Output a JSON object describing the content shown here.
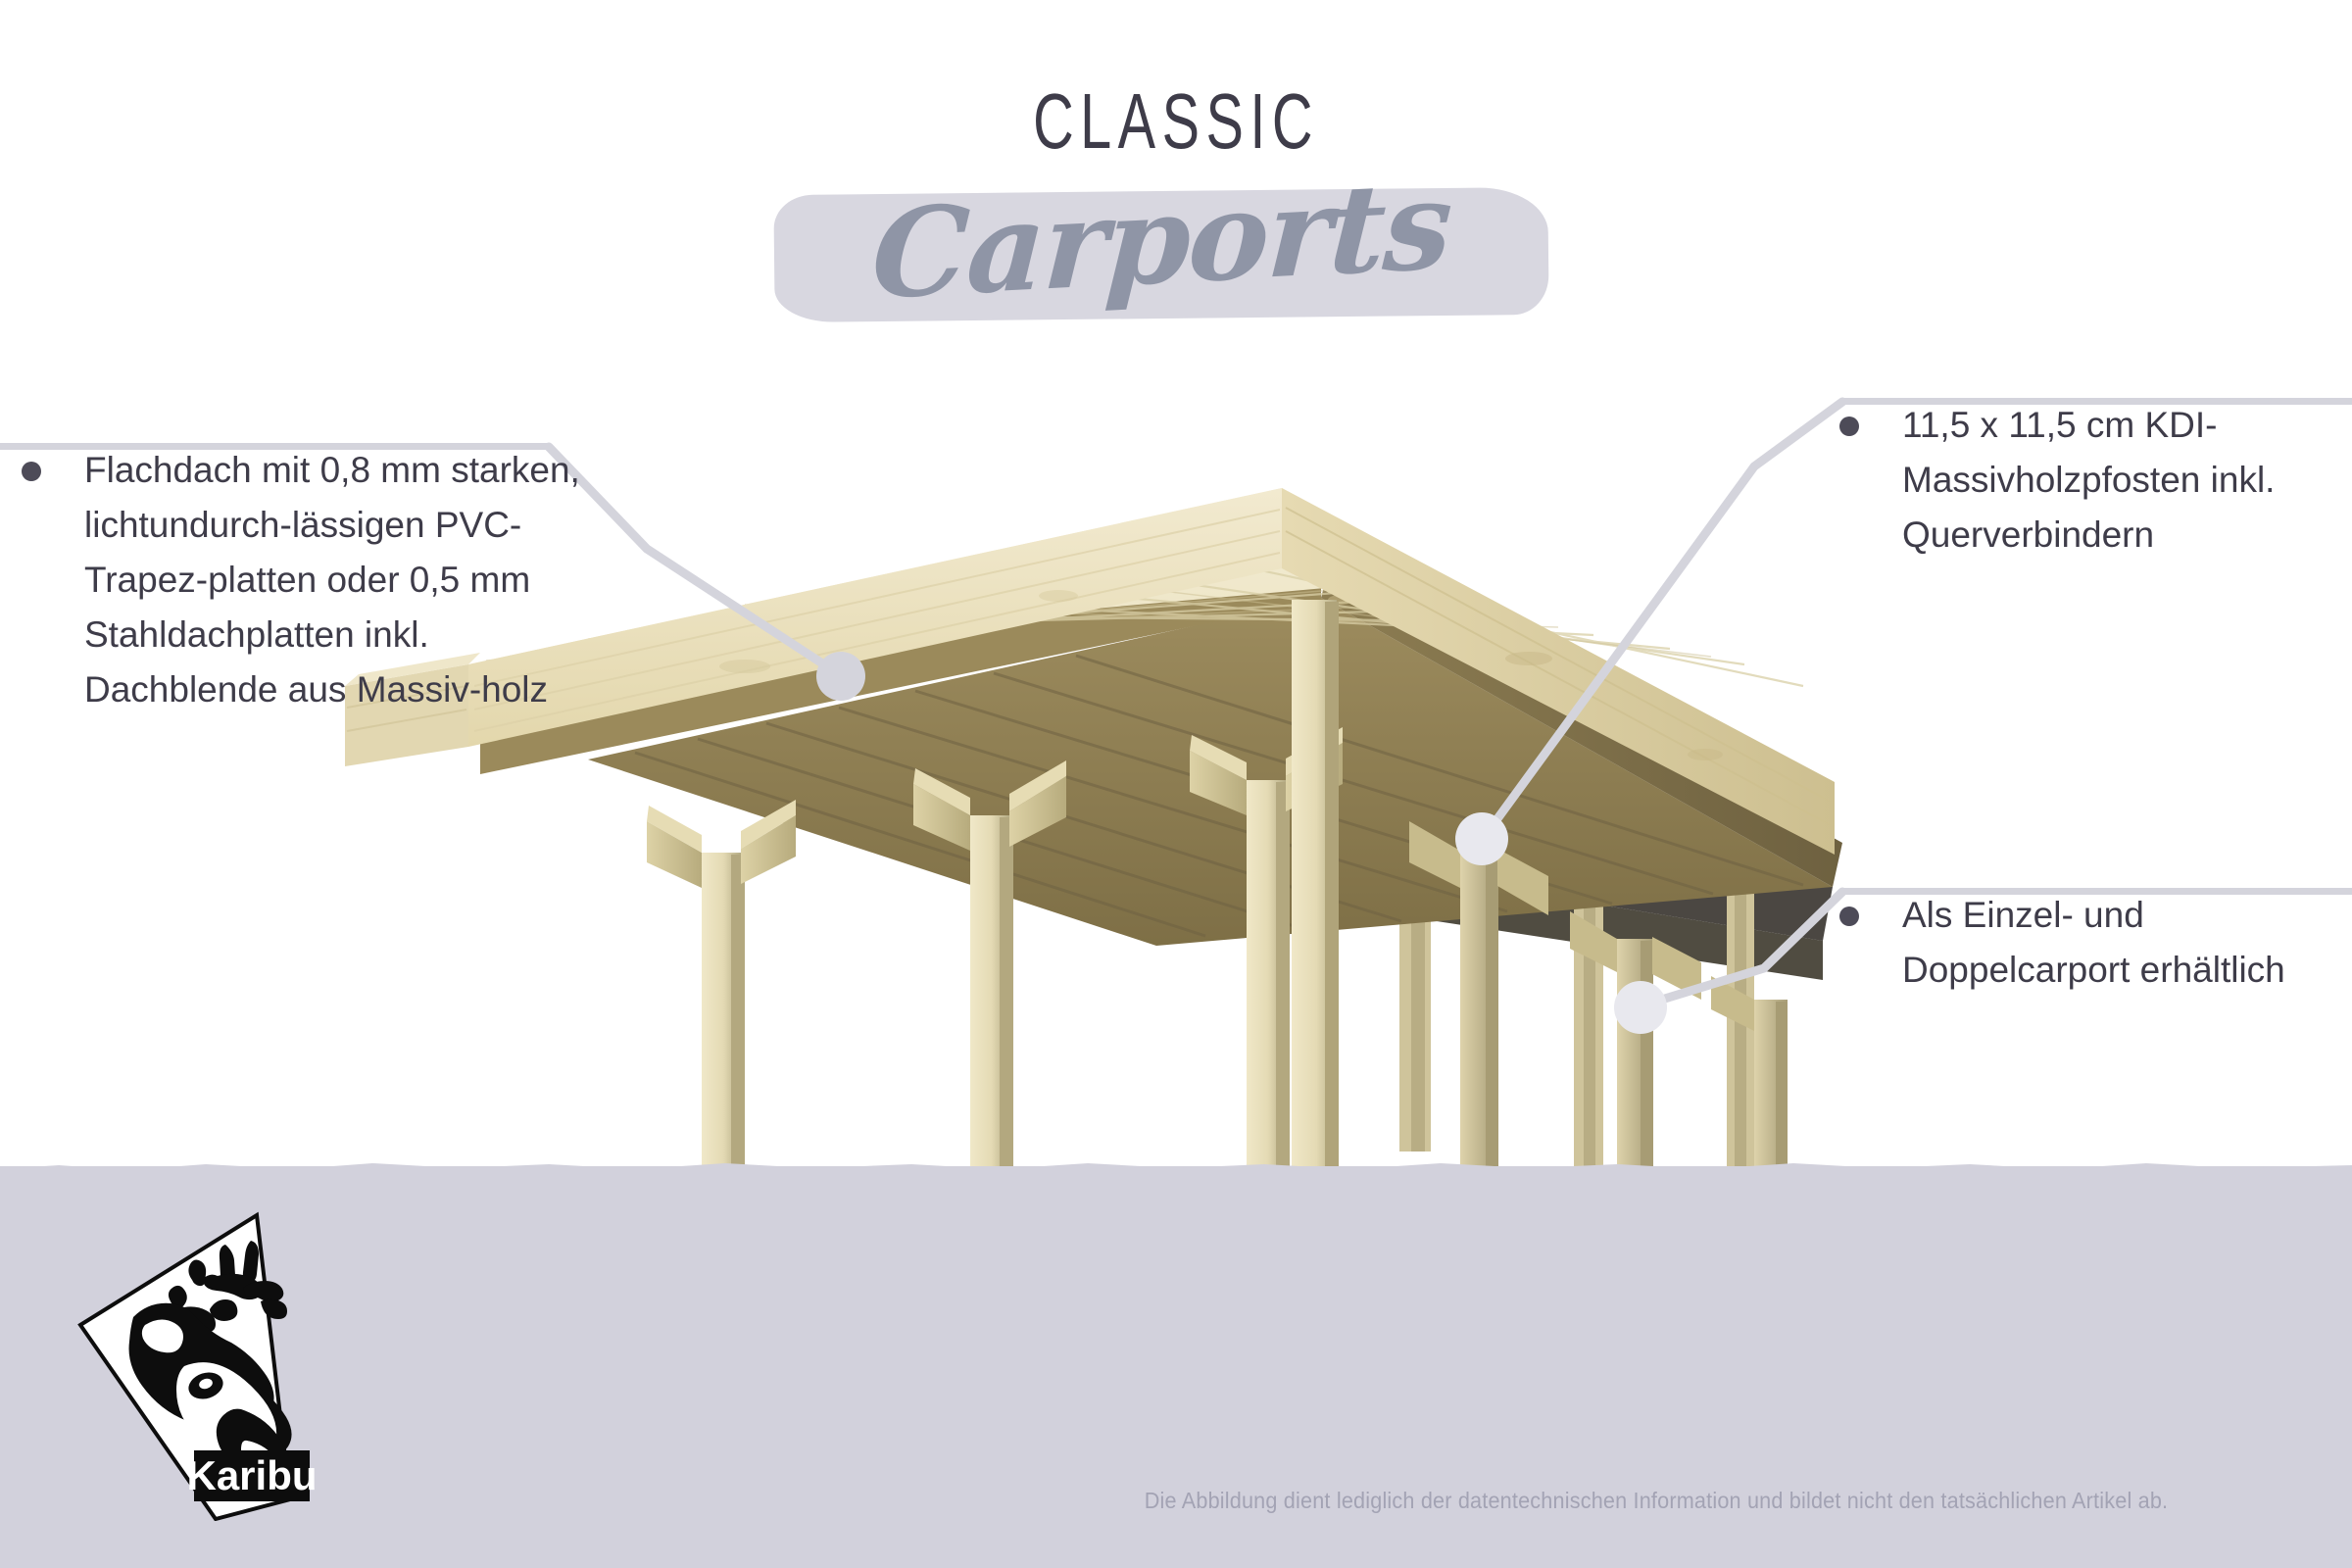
{
  "header": {
    "title": "CLASSIC",
    "script_title": "Carports"
  },
  "callouts": {
    "left": {
      "bullet_text": "Flachdach mit 0,8 mm starken, lichtundurch-lässigen PVC-Trapez-platten oder 0,5 mm Stahldachplatten inkl. Dachblende aus Massiv-holz",
      "lines": [
        "Flachdach mit 0,8 mm",
        "starken, lichtundurch-",
        "lässigen PVC-Trapez-",
        "platten oder 0,5 mm",
        "Stahldachplatten inkl.",
        "Dachblende aus Massiv-",
        "holz"
      ]
    },
    "right_top": {
      "bullet_text": "11,5 x 11,5 cm KDI-Massivholzpfosten inkl. Querverbindern",
      "lines": [
        "11,5 x 11,5 cm KDI-",
        "Massivholzpfosten inkl.",
        "Querverbindern"
      ]
    },
    "right_bottom": {
      "bullet_text": "Als Einzel- und Doppelcarport erhältlich",
      "lines": [
        "Als Einzel- und Doppel-",
        "carport erhältlich"
      ]
    }
  },
  "logo": {
    "brand": "Karibu",
    "mark": "deer-head-icon"
  },
  "footer": {
    "disclaimer": "Die Abbildung dient lediglich der datentechnischen Information und bildet nicht den tatsächlichen Artikel ab."
  },
  "product": {
    "name": "carport-illustration",
    "description": "Classic flat-roof wooden carport, 3D render"
  },
  "colors": {
    "background": "#ffffff",
    "ground": "#d2d1dc",
    "title_text": "#3e3c49",
    "script_text": "#8f95a6",
    "script_blob": "#d8d7e0",
    "leader_line": "#d4d4dc",
    "bullet": "#4d4b58",
    "body_text": "#3e3c49",
    "disclaimer_text": "#a3a3b4",
    "wood_light": "#efe7c6",
    "wood_mid": "#d9cfa3",
    "wood_dark": "#8b7a4e",
    "wood_shadow": "#6c5f3c",
    "logo_black": "#0d0d0d"
  }
}
